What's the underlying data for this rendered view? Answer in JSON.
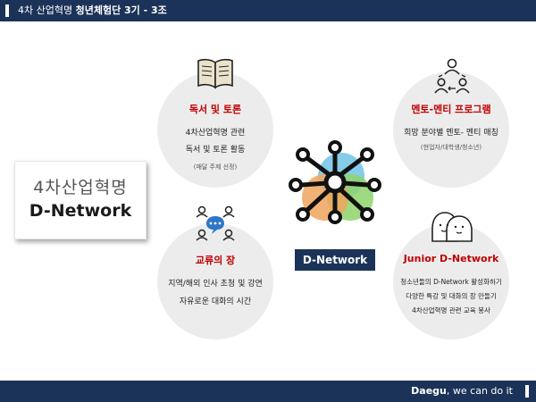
{
  "header": {
    "title_prefix": "4차 산업혁명 ",
    "title_bold": "청년체험단 3기 - 3조"
  },
  "footer": {
    "slogan_bold": "Daegu",
    "slogan_rest": ", we can do it"
  },
  "title_box": {
    "line1": "4차산업혁명",
    "line2": "D-Network"
  },
  "center": {
    "label": "D-Network"
  },
  "sections": {
    "reading": {
      "heading": "독서 및 토론",
      "lines": [
        "4차산업혁명 관련",
        "독서 및 토론 활동"
      ],
      "note": "(매달 주제 선정)"
    },
    "mentoring": {
      "heading": "멘토-멘티 프로그램",
      "lines": [
        "희망 분야별 멘토- 멘티 매칭"
      ],
      "note": "(현업자/대학생/청소년)"
    },
    "exchange": {
      "heading": "교류의 장",
      "lines": [
        "지역/해외 인사 초청 및 강연",
        "자유로운 대화의 시간"
      ]
    },
    "junior": {
      "heading": "Junior D-Network",
      "lines": [
        "청소년들의 D-Network 활성화하기",
        "다양한 특강 및 대화의 장 만들기",
        "4차산업혁명 관련 교육 봉사"
      ]
    }
  },
  "colors": {
    "navy": "#1b3358",
    "red": "#c00000",
    "circle": "#ececec",
    "venn_blue": "#6ec3e4",
    "venn_green": "#8ed36a",
    "venn_orange": "#f0a45e"
  },
  "icons": [
    "book-icon",
    "mentor-mentee-icon",
    "discussion-group-icon",
    "two-people-icon",
    "network-hub-icon"
  ]
}
